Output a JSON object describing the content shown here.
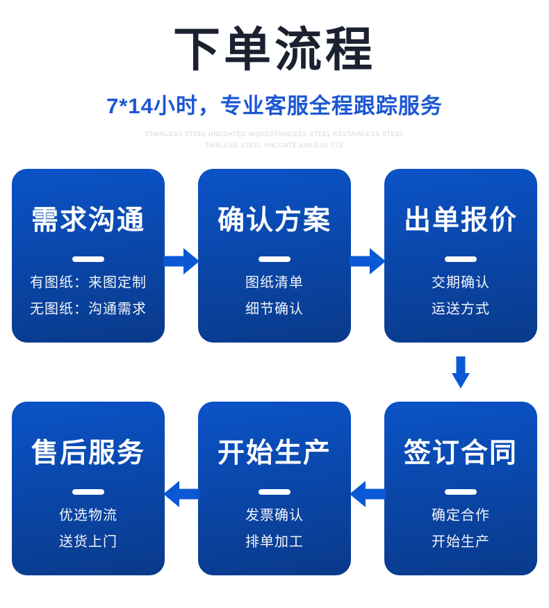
{
  "header": {
    "title": "下单流程",
    "subtitle": "7*14小时，专业客服全程跟踪服务",
    "watermark_lines": [
      "STAINLESS STEEL UNCOATED WOKSSTAINLESS STEEL KSSTAINLESS STEEL",
      "TAINLESS STEEL UNCOATE AINLESS STE"
    ]
  },
  "steps": [
    {
      "title": "需求沟通",
      "lines": [
        "有图纸：来图定制",
        "无图纸：沟通需求"
      ]
    },
    {
      "title": "确认方案",
      "lines": [
        "图纸清单",
        "细节确认"
      ]
    },
    {
      "title": "出单报价",
      "lines": [
        "交期确认",
        "运送方式"
      ]
    },
    {
      "title": "签订合同",
      "lines": [
        "确定合作",
        "开始生产"
      ]
    },
    {
      "title": "开始生产",
      "lines": [
        "发票确认",
        "排单加工"
      ]
    },
    {
      "title": "售后服务",
      "lines": [
        "优选物流",
        "送货上门"
      ]
    }
  ],
  "icons": {
    "arrow_right": "→",
    "arrow_down": "↓",
    "arrow_left": "←"
  },
  "colors": {
    "title": "#1B2130",
    "subtitle": "#1C57D4",
    "watermark": "#D6D6D6",
    "card_top": "#0B53C8",
    "card_bottom": "#093A8A",
    "card_text": "#FFFFFF",
    "arrow": "#0B58D4"
  }
}
